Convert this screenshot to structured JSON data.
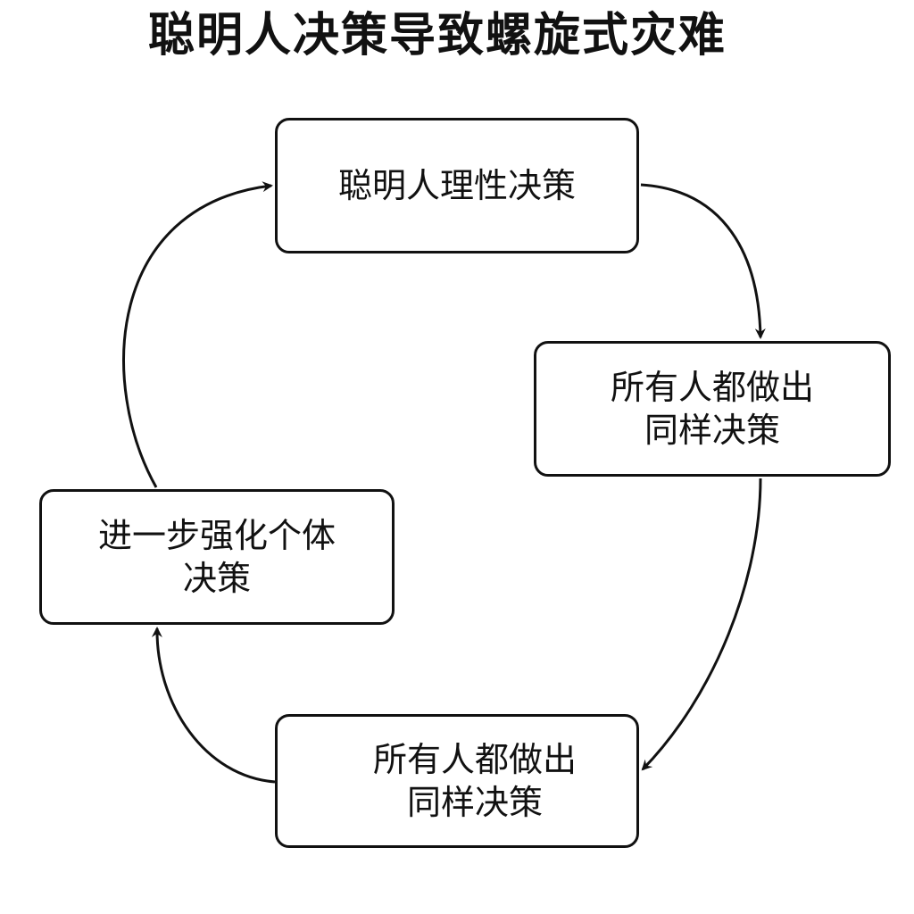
{
  "title": "聪明人决策导致螺旋式灾难",
  "nodes": {
    "top": {
      "lines": [
        "聪明人理性决策"
      ]
    },
    "right": {
      "lines": [
        "所有人都做出",
        "同样决策"
      ]
    },
    "bottom": {
      "lines": [
        "所有人都做出",
        "同样决策"
      ]
    },
    "left": {
      "lines": [
        "进一步强化个体",
        "决策"
      ]
    }
  },
  "colors": {
    "stroke": "#111111",
    "background": "#ffffff"
  }
}
